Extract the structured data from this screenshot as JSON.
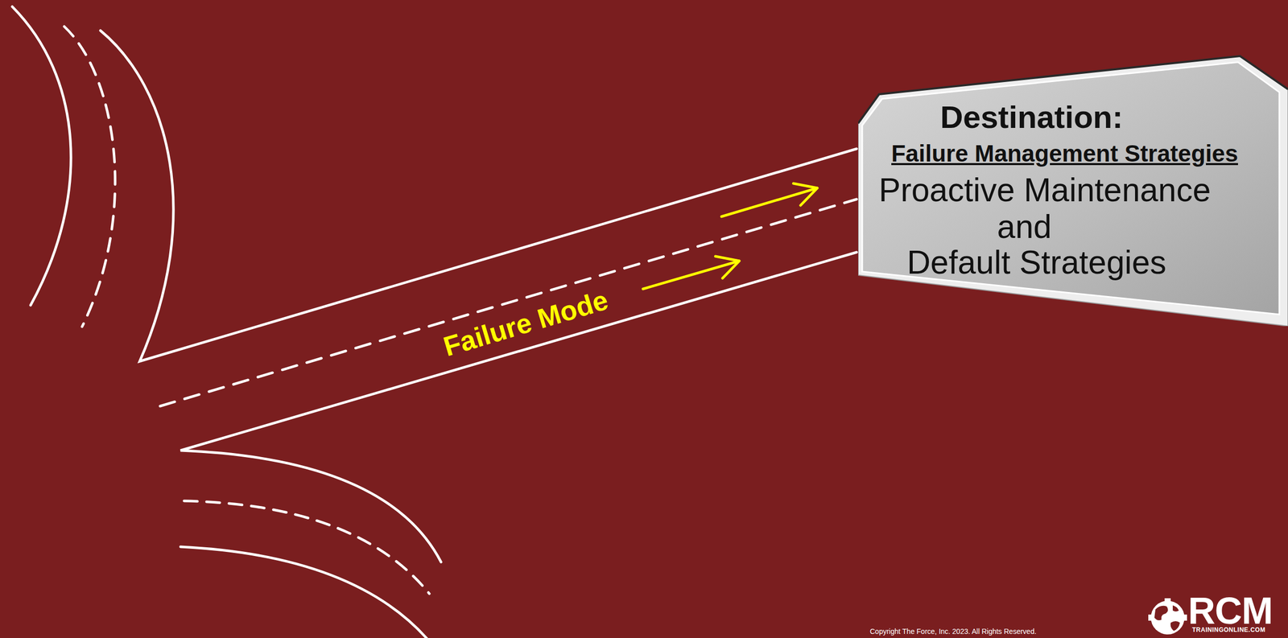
{
  "diagram": {
    "nodes": [
      {
        "text": [
          "Destination:",
          "Failure Management Strategies",
          "Proactive Maintenance",
          "and",
          "Default Strategies"
        ]
      }
    ],
    "labels": [
      "Failure Mode",
      "RCM",
      "TRAININGONLINE.COM",
      "Copyright The Force, Inc. 2023. All Rights Reserved."
    ]
  }
}
